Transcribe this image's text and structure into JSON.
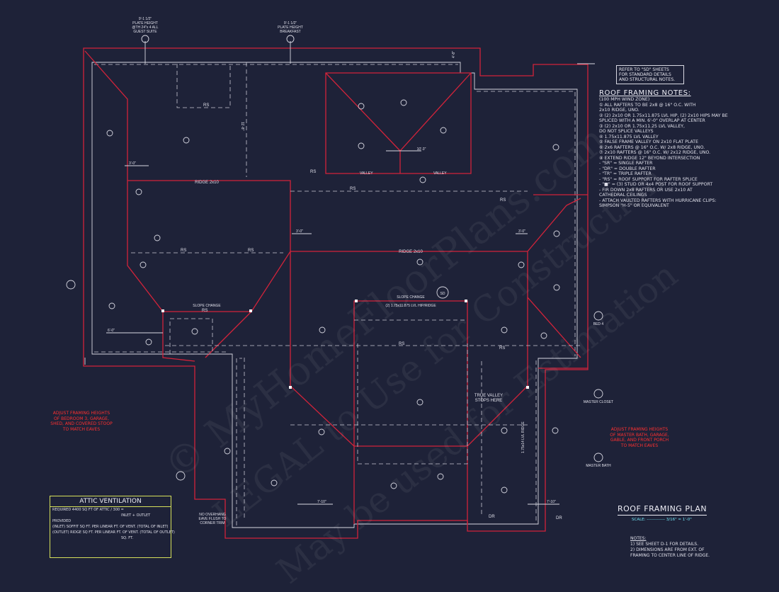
{
  "ref_note": [
    "REFER TO \"SD\" SHEETS",
    "FOR STANDARD DETAILS",
    "AND STRUCTURAL NOTES."
  ],
  "notes_title": "ROOF FRAMING NOTES:",
  "notes_lines": [
    "(100 MPH WIND ZONE)",
    "① ALL RAFTERS TO BE 2x8 @ 16\" O.C. WITH",
    "    2x10 RIDGE, UNO.",
    "② (2) 2x10 OR 1.75x11.875 LVL HIP, (2) 2x10 HIPS MAY BE",
    "    SPLICED WITH A MIN. 6'-0\" OVERLAP AT CENTER",
    "③ (2) 2x10 OR 1.75x11.25 LVL VALLEY,",
    "    DO NOT SPLICE VALLEYS",
    "④ 1.75x11.875 LVL VALLEY",
    "⑤ FALSE FRAME VALLEY ON 2x10 FLAT PLATE",
    "⑥ 2x6 RAFTERS @ 16\" O.C. W/ 2x8 RIDGE, UNO.",
    "⑦ 2x10 RAFTERS @ 16\" O.C. W/ 2x12 RIDGE, UNO.",
    "⑧ EXTEND RIDGE 12\" BEYOND INTERSECTION",
    "- \"SR\" = SINGLE RAFTER",
    "- \"DR\" = DOUBLE RAFTER",
    "- \"TR\" = TRIPLE RAFTER",
    "- \"RS\" = ROOF SUPPORT FOR RAFTER SPLICE",
    "- \"■\" = (3) STUD OR 4x4 POST FOR ROOF SUPPORT",
    "- FIR DOWN 2x8 RAFTERS OR USE 2x10 AT",
    "    CATHEDRAL CEILINGS",
    "- ATTACH VAULTED RAFTERS WITH HURRICANE CLIPS:",
    "    SIMPSON \"H-5\" OR EQUIVALENT"
  ],
  "left_red_note": [
    "ADJUST FRAMING HEIGHTS",
    "OF BEDROOM 3, GARAGE,",
    "SHED, AND COVERED STOOP",
    "TO MATCH EAVES"
  ],
  "right_red_note": [
    "ADJUST FRAMING HEIGHTS",
    "OF MASTER BATH, GARAGE,",
    "GABLE, AND FRONT PORCH",
    "TO MATCH EAVES"
  ],
  "plan_title": "ROOF FRAMING PLAN",
  "scale_text": "SCALE: ------------- 3/16\" = 1'-0\"",
  "footer_notes": [
    "NOTES:",
    "1) SEE SHEET D-1 FOR DETAILS.",
    "2) DIMENSIONS ARE FROM EXT. OF",
    "    FRAMING TO CENTER LINE OF RIDGE."
  ],
  "attic": {
    "title": "ATTIC VENTILATION",
    "required": "REQUIRED",
    "required_value": "4400 SQ FT OF ATTIC / 300 =",
    "inlet_outlet": "INLET + OUTLET",
    "provided": "PROVIDED",
    "inlet": "(INLET)",
    "outlet": "(OUTLET)",
    "soffit": "SOFFIT",
    "ridge": "RIDGE",
    "per_linear": "SQ FT. PER LINEAR FT. OF VENT.",
    "total_of": "(TOTAL OF",
    "outlet_close": "OUTLET)",
    "inlet_close": "INLET)",
    "total_sqft": "SQ. FT."
  },
  "labels": {
    "plate_height_left": [
      "9'-1 1/2\"",
      "PLATE HEIGHT",
      "@TH 24\"x 4 ALL",
      "GUEST SUITE"
    ],
    "plate_height_mid": [
      "9'-1 1/2\"",
      "PLATE HEIGHT",
      "BREAKFAST"
    ],
    "ridge_2x10_left": "RIDGE 2x10",
    "ridge_2x10_center": "RIDGE 2x10",
    "slope_change_left": "SLOPE CHANGE",
    "slope_change_center": "SLOPE CHANGE",
    "hip_ridge": "(2) 1.75x11.875 LVL HIP/RIDGE",
    "true_valley": [
      "TRUE VALLEY",
      "STOPS HERE"
    ],
    "no_overhang": [
      "NO OVERHANG",
      "EAVE FLUSH TO",
      "CORNER TRIM"
    ],
    "rs": "RS",
    "dr": "DR",
    "valley": "VALLEY",
    "dim_3_0": "3'-0\"",
    "dim_6_0": "6'-0\"",
    "dim_7_10": "7'-10\"",
    "dim_10_3": "10'-3\"",
    "dim_11_8": "11'-8\"",
    "dim_4_8": "4'-8\"",
    "overhang": "OVERHANG",
    "ridge_lvl": "1.75x14 LVL RIDGE",
    "bed4": "BED 4",
    "master_closet": "MASTER CLOSET",
    "master_bath": "MASTER BATH",
    "sd_marker": "SD",
    "marker_d": "D"
  },
  "watermark": [
    "© MyHomeFloorPlans.com",
    "LEGAL to Use for Construction",
    "May be used for Estimation"
  ]
}
